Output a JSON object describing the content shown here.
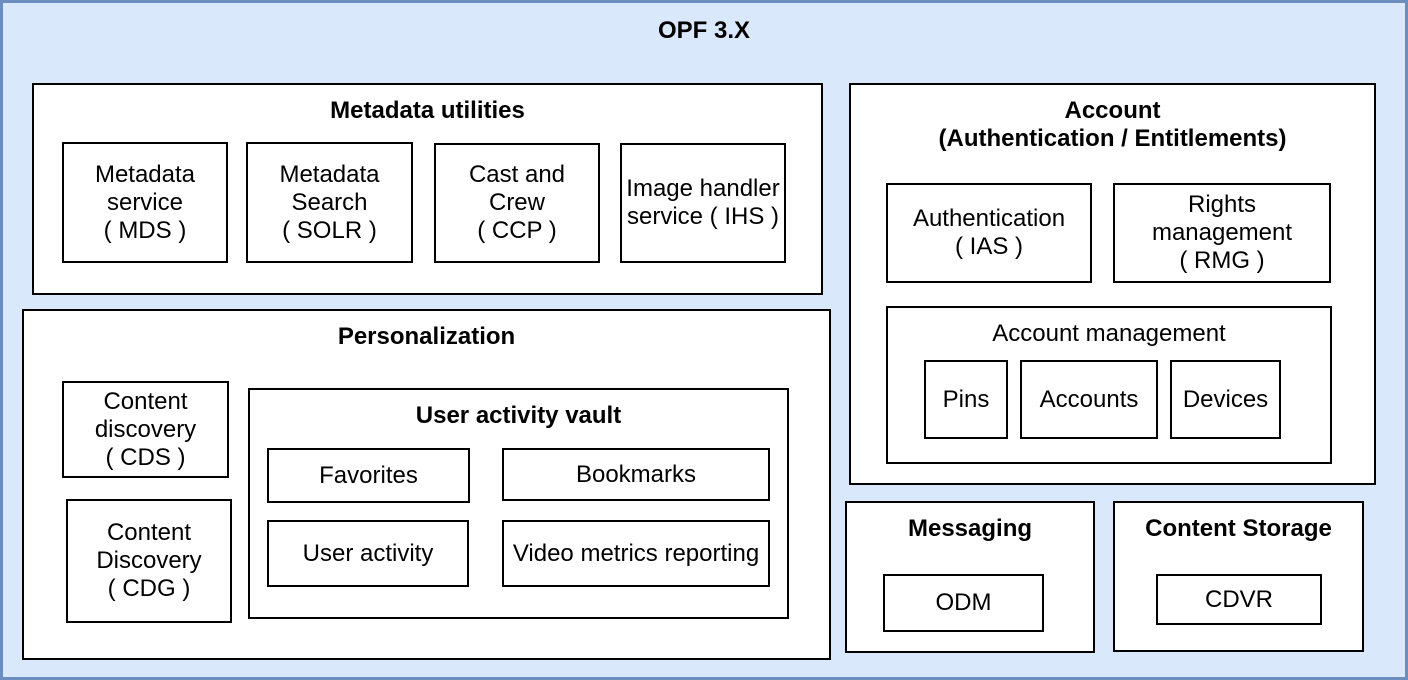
{
  "title": "OPF 3.X",
  "colors": {
    "canvas_fill": "#dae8fc",
    "canvas_border": "#6c8ebf",
    "box_fill": "#ffffff",
    "box_border": "#000000",
    "text": "#000000"
  },
  "groups": {
    "metadata_utilities": {
      "title": "Metadata utilities",
      "items": {
        "mds": "Metadata\nservice\n( MDS )",
        "solr": "Metadata\nSearch\n( SOLR )",
        "ccp": "Cast and\nCrew\n( CCP )",
        "ihs": "Image handler\nservice ( IHS )"
      }
    },
    "personalization": {
      "title": "Personalization",
      "items": {
        "cds": "Content\ndiscovery\n( CDS )",
        "cdg": "Content\nDiscovery\n( CDG )"
      },
      "user_activity_vault": {
        "title": "User activity vault",
        "items": {
          "favorites": "Favorites",
          "bookmarks": "Bookmarks",
          "user_activity": "User activity",
          "video_metrics": "Video metrics reporting"
        }
      }
    },
    "account": {
      "title": "Account\n(Authentication / Entitlements)",
      "items": {
        "ias": "Authentication\n( IAS )",
        "rmg": "Rights\nmanagement\n( RMG )"
      },
      "account_management": {
        "title": "Account management",
        "items": {
          "pins": "Pins",
          "accounts": "Accounts",
          "devices": "Devices"
        }
      }
    },
    "messaging": {
      "title": "Messaging",
      "items": {
        "odm": "ODM"
      }
    },
    "content_storage": {
      "title": "Content Storage",
      "items": {
        "cdvr": "CDVR"
      }
    }
  }
}
